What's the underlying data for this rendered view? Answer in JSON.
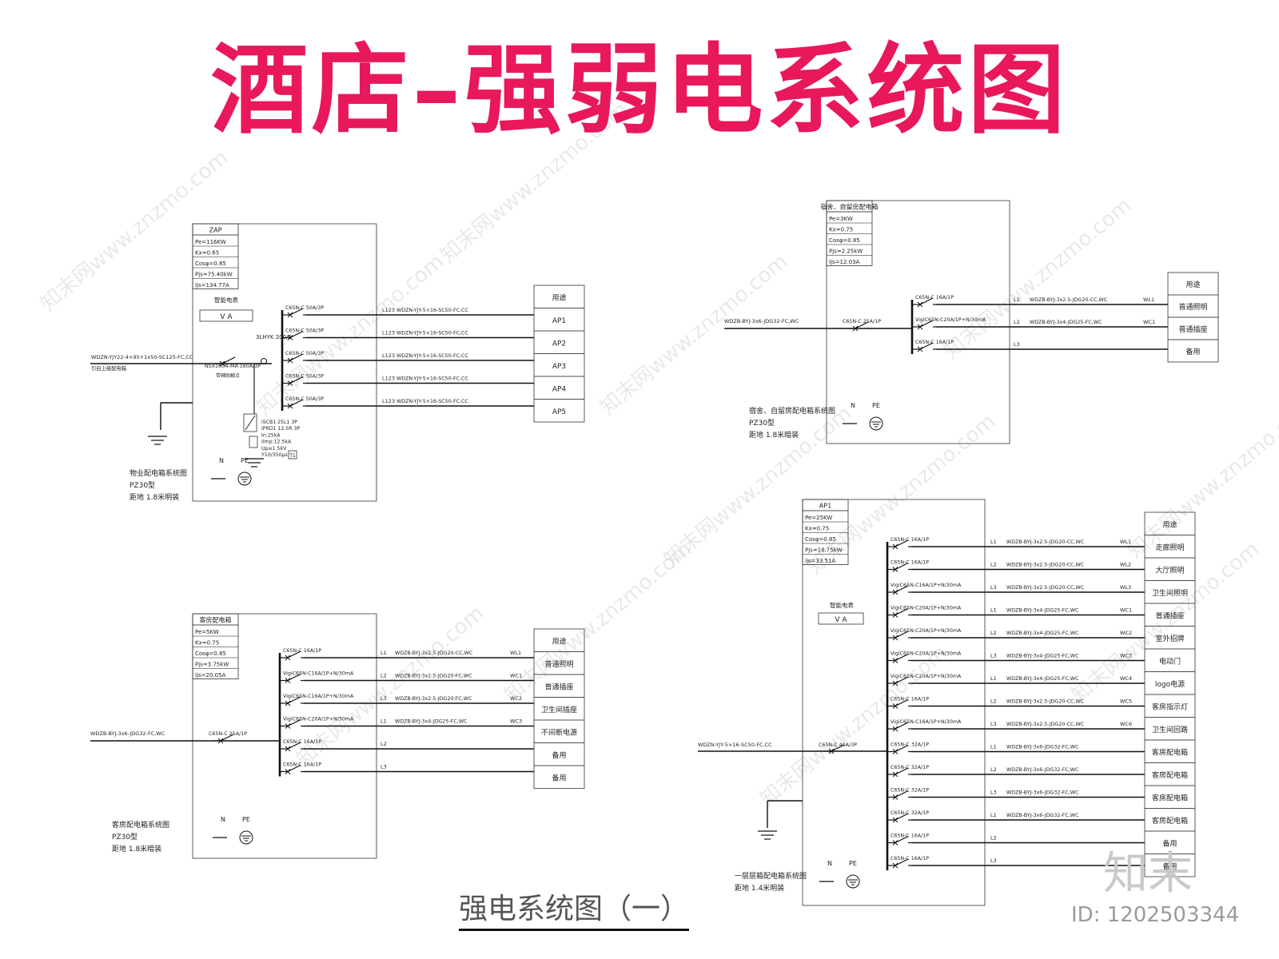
{
  "title": "酒店–强弱电系统图",
  "caption": "强电系统图（一）",
  "brand": "知末",
  "image_id": "ID: 1202503344",
  "watermark": "知末网www.znzmo.com",
  "colors": {
    "title": "#e8185b",
    "line": "#111111"
  },
  "panels": [
    {
      "name": "ZAP",
      "params": [
        "Pe=116KW",
        "Kx=0.65",
        "Cosφ=0.85",
        "Pjs=75.40kW",
        "Ijs=134.77A"
      ],
      "meter_label": "智能电表",
      "meter": "V  A",
      "main_label": "NSX160N-MA 160A/3P",
      "shunt_label": "带辅助触点",
      "incoming": "WDZN-YJY22-4×95+1x50-SC125-FC,CC",
      "incoming_note": "引自上级配电箱",
      "rtu_label": "3LHYK 200/5",
      "spd_specs": [
        "iSCB1 25L1 3P",
        "iPRD1 12.5R 3P",
        "In:25kA",
        "Iimp:12.5kA",
        "Up≤1.5kV",
        "Y10/350μs"
      ],
      "spd_tag": "T1",
      "breakers": [
        "C65N-C 50A/3P",
        "C65N-C 50A/3P",
        "C65N-C 50A/3P",
        "C65N-C 50A/3P",
        "C65N-C 50A/3P"
      ],
      "phases": [
        "L123",
        "L123",
        "L123",
        "L123",
        "L123"
      ],
      "cables": [
        "WDZN-YJY-5×16-SC50-FC,CC",
        "WDZN-YJY-5×16-SC50-FC,CC",
        "WDZN-YJY-5×16-SC50-FC,CC",
        "WDZN-YJY-5×16-SC50-FC,CC",
        "WDZN-YJY-5×16-SC50-FC,CC"
      ],
      "circuits": [],
      "usage_header": "用途",
      "usages": [
        "AP1",
        "AP2",
        "AP3",
        "AP4",
        "AP5"
      ],
      "note": [
        "物业配电箱系统图",
        "PZ30型",
        "距地 1.8米明装"
      ],
      "n_label": "N",
      "pe_label": "PE"
    },
    {
      "name": "宿舍、自留房配电箱",
      "params": [
        "Pe=3KW",
        "Kx=0.75",
        "Cosφ=0.85",
        "Pjs=2.25kW",
        "Ijs=12.03A"
      ],
      "main_label": "C65N-C 25A/1P",
      "incoming": "WDZB-BYJ-3x6-JDG32-FC,WC",
      "breakers": [
        "C65N-C 16A/1P",
        "VigiC65N-C20A/1P+N/30mA",
        "C65N-C 16A/1P"
      ],
      "phases": [
        "L1",
        "L2",
        "L3"
      ],
      "cables": [
        "WDZB-BYJ-3x2.5-JDG20-CC,WC",
        "WDZB-BYJ-3x4-JDG25-FC,WC",
        ""
      ],
      "circuits": [
        "WL1",
        "WC1",
        ""
      ],
      "usage_header": "用途",
      "usages": [
        "普通照明",
        "普通插座",
        "备用"
      ],
      "note": [
        "宿舍、自留房配电箱系统图",
        "PZ30型",
        "距地 1.8米暗装"
      ],
      "n_label": "N",
      "pe_label": "PE"
    },
    {
      "name": "客房配电箱",
      "params": [
        "Pe=5KW",
        "Kx=0.75",
        "Cosφ=0.85",
        "Pjs=3.75kW",
        "Ijs=20.05A"
      ],
      "main_label": "C65N-C 25A/1P",
      "incoming": "WDZB-BYJ-3x6-JDG32-FC,WC",
      "breakers": [
        "C65N-C 16A/1P",
        "VigiC65N-C16A/1P+N/30mA",
        "VigiC65N-C16A/1P+N/30mA",
        "VigiC65N-C20A/1P+N/30mA",
        "C65N-C 16A/1P",
        "C65N-C 16A/1P"
      ],
      "phases": [
        "L1",
        "L2",
        "L3",
        "L1",
        "L2",
        "L3"
      ],
      "cables": [
        "WDZB-BYJ-3x2.5-JDG20-CC,WC",
        "WDZB-BYJ-3x2.5-JDG20-FC,WC",
        "WDZB-BYJ-3x2.5-JDG20-FC,WC",
        "WDZB-BYJ-3x4-JDG25-FC,WC",
        "",
        ""
      ],
      "circuits": [
        "WL1",
        "WC1",
        "WC2",
        "WC3",
        "",
        ""
      ],
      "usage_header": "用途",
      "usages": [
        "普通照明",
        "普通插座",
        "卫生间插座",
        "不间断电源",
        "备用",
        "备用"
      ],
      "note": [
        "客房配电箱系统图",
        "PZ30型",
        "距地 1.8米暗装"
      ],
      "n_label": "N",
      "pe_label": "PE"
    },
    {
      "name": "AP1",
      "params": [
        "Pe=25KW",
        "Kx=0.75",
        "Cosφ=0.85",
        "Pjs=18.75kW",
        "Ijs=33.51A"
      ],
      "meter_label": "智能电表",
      "meter": "V  A",
      "main_label": "C65N-C 40A/3P",
      "incoming": "WDZN-YJY-5×16-SC50-FC,CC",
      "breakers": [
        "C65N-C 16A/1P",
        "C65N-C 16A/1P",
        "VigiC65N-C16A/1P+N/30mA",
        "VigiC65N-C20A/1P+N/30mA",
        "VigiC65N-C20A/1P+N/30mA",
        "VigiC65N-C20A/1P+N/30mA",
        "VigiC65N-C20A/1P+N/30mA",
        "C65N-C 16A/1P",
        "VigiC65N-C16A/1P+N/30mA",
        "C65N-C 32A/1P",
        "C65N-C 32A/1P",
        "C65N-C 32A/1P",
        "C65N-C 32A/1P",
        "C65N-C 16A/1P",
        "C65N-C 16A/1P"
      ],
      "phases": [
        "L1",
        "L2",
        "L3",
        "L1",
        "L2",
        "L3",
        "L1",
        "L2",
        "L3",
        "L1",
        "L2",
        "L3",
        "L1",
        "L2",
        "L3"
      ],
      "cables": [
        "WDZB-BYJ-3x2.5-JDG20-CC,WC",
        "WDZB-BYJ-3x2.5-JDG20-CC,WC",
        "WDZB-BYJ-3x2.5-JDG20-CC,WC",
        "WDZB-BYJ-3x4-JDG25-FC,WC",
        "WDZB-BYJ-3x4-JDG25-FC,WC",
        "WDZB-BYJ-3x4-JDG25-FC,WC",
        "WDZB-BYJ-3x4-JDG25-FC,WC",
        "WDZB-BYJ-3x2.5-JDG20-CC,WC",
        "WDZB-BYJ-3x2.5-JDG20-CC,WC",
        "WDZB-BYJ-3x6-JDG32-FC,WC",
        "WDZB-BYJ-3x6-JDG32-FC,WC",
        "WDZB-BYJ-3x6-JDG32-FC,WC",
        "WDZB-BYJ-3x6-JDG32-FC,WC",
        "",
        ""
      ],
      "circuits": [
        "WL1",
        "WL2",
        "WL3",
        "WC1",
        "WC2",
        "WC3",
        "WC4",
        "WC5",
        "WC6",
        "",
        "",
        "",
        "",
        "",
        ""
      ],
      "usage_header": "用途",
      "usages": [
        "走廊照明",
        "大厅照明",
        "卫生间照明",
        "普通插座",
        "室外招牌",
        "电动门",
        "logo电源",
        "客房指示灯",
        "卫生间回路",
        "客房配电箱",
        "客房配电箱",
        "客房配电箱",
        "客房配电箱",
        "备用",
        "备用"
      ],
      "note": [
        "一层层箱配电箱系统图",
        "距地 1.4米明装"
      ],
      "n_label": "N",
      "pe_label": "PE"
    }
  ]
}
